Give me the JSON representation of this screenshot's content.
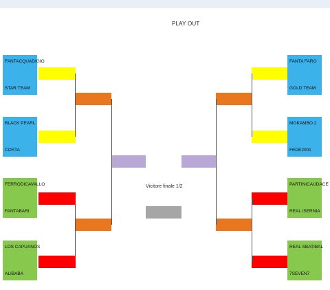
{
  "title": "PLAY    OUT",
  "final_label": "Vicitore finale 1/2",
  "left": [
    {
      "top": "FANTACQUADIGIO",
      "bottom": "STAR TEAM",
      "color": "blue"
    },
    {
      "top": "BLACK PEARL",
      "bottom": "COSTA",
      "color": "blue"
    },
    {
      "top": "FERRODICAVALLO",
      "bottom": "FANTABARI",
      "color": "green"
    },
    {
      "top": "LOS CAPUANOS",
      "bottom": "ALIBABA",
      "color": "green"
    }
  ],
  "right": [
    {
      "top": "FANTA FARO",
      "bottom": "GOLD TEAM",
      "color": "blue"
    },
    {
      "top": "MOKAMBO 2",
      "bottom": "FEDE2001",
      "color": "blue"
    },
    {
      "top": "PARTINICAUDACE",
      "bottom": "REAL ISERNIA",
      "color": "green"
    },
    {
      "top": "REAL SBATIBAL",
      "bottom": "7SEVEN7",
      "color": "green"
    }
  ],
  "colors": {
    "blue": "#3bb3ea",
    "green": "#86c94c",
    "yellow": "#ffff00",
    "red": "#ff0000",
    "orange": "#e8771f",
    "lilac": "#b9a7d6",
    "gray": "#a6a6a6"
  }
}
